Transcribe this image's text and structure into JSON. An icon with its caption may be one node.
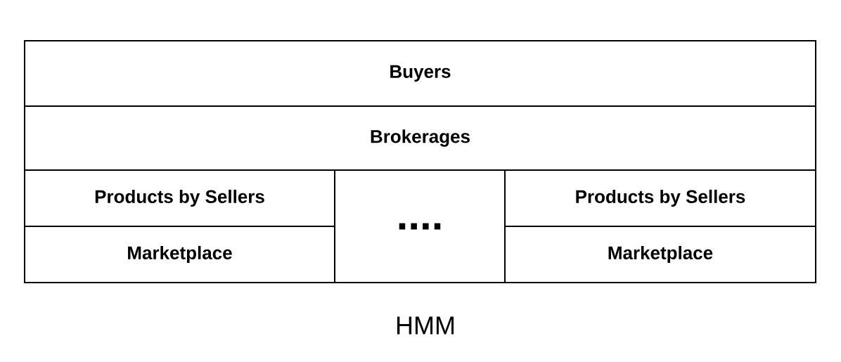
{
  "diagram": {
    "caption": "HMM",
    "nodes": [
      {
        "text": [
          "Buyers"
        ]
      },
      {
        "text": [
          "Brokerages"
        ]
      },
      {
        "text": [
          "Products by Sellers"
        ]
      },
      {
        "text": [
          "Marketplace"
        ]
      },
      {
        "text": [
          "...."
        ]
      },
      {
        "text": [
          "Products by Sellers"
        ]
      },
      {
        "text": [
          "Marketplace"
        ]
      }
    ]
  }
}
